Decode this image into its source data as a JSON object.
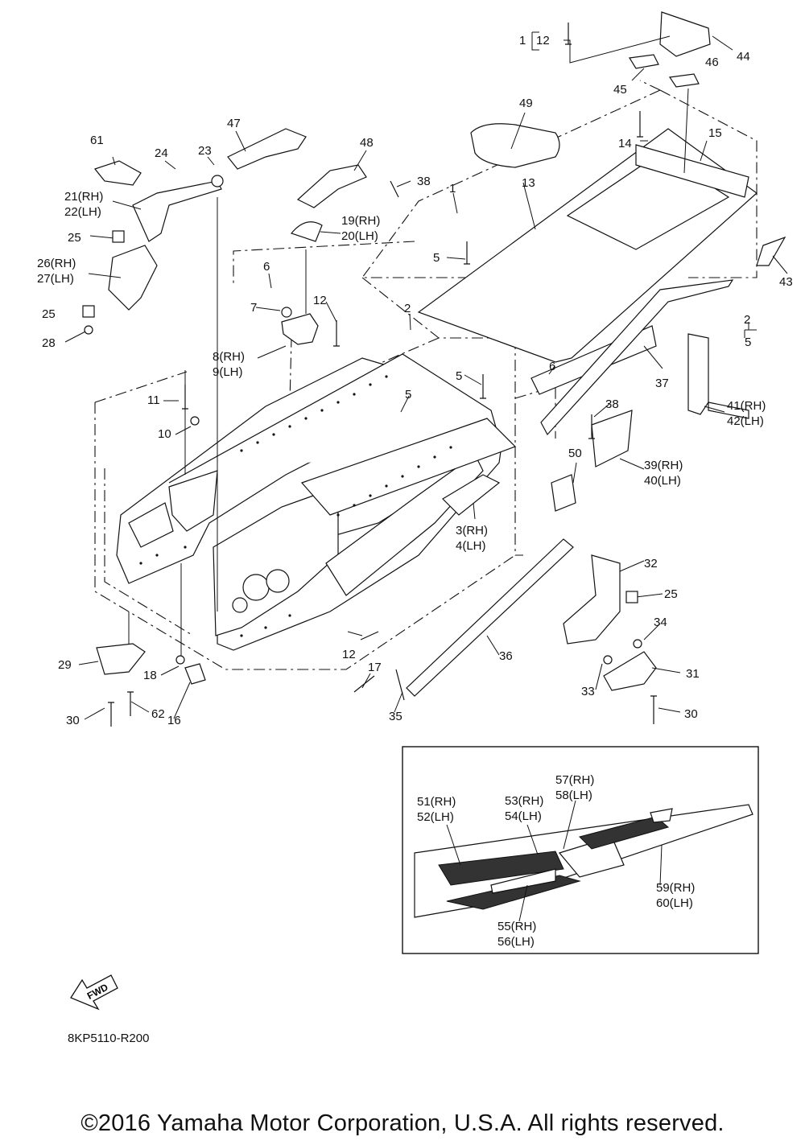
{
  "diagram_code": "8KP5110-R200",
  "copyright": "©2016 Yamaha Motor Corporation, U.S.A. All rights reserved.",
  "fwd_label": "FWD",
  "callouts": [
    {
      "id": "c1a",
      "lines": [
        "1"
      ]
    },
    {
      "id": "c12a",
      "lines": [
        "12"
      ]
    },
    {
      "id": "c44",
      "lines": [
        "44"
      ]
    },
    {
      "id": "c45",
      "lines": [
        "45"
      ]
    },
    {
      "id": "c46",
      "lines": [
        "46"
      ]
    },
    {
      "id": "c49",
      "lines": [
        "49"
      ]
    },
    {
      "id": "c47",
      "lines": [
        "47"
      ]
    },
    {
      "id": "c48",
      "lines": [
        "48"
      ]
    },
    {
      "id": "c61",
      "lines": [
        "61"
      ]
    },
    {
      "id": "c24",
      "lines": [
        "24"
      ]
    },
    {
      "id": "c23",
      "lines": [
        "23"
      ]
    },
    {
      "id": "c14",
      "lines": [
        "14"
      ]
    },
    {
      "id": "c15",
      "lines": [
        "15"
      ]
    },
    {
      "id": "c38a",
      "lines": [
        "38"
      ]
    },
    {
      "id": "c1b",
      "lines": [
        "1"
      ]
    },
    {
      "id": "c13",
      "lines": [
        "13"
      ]
    },
    {
      "id": "c21",
      "lines": [
        "21(RH)",
        "22(LH)"
      ]
    },
    {
      "id": "c19",
      "lines": [
        "19(RH)",
        "20(LH)"
      ]
    },
    {
      "id": "c25a",
      "lines": [
        "25"
      ]
    },
    {
      "id": "c5a",
      "lines": [
        "5"
      ]
    },
    {
      "id": "c43",
      "lines": [
        "43"
      ]
    },
    {
      "id": "c26",
      "lines": [
        "26(RH)",
        "27(LH)"
      ]
    },
    {
      "id": "c6a",
      "lines": [
        "6"
      ]
    },
    {
      "id": "c7",
      "lines": [
        "7"
      ]
    },
    {
      "id": "c12b",
      "lines": [
        "12"
      ]
    },
    {
      "id": "c2a",
      "lines": [
        "2"
      ]
    },
    {
      "id": "c25b",
      "lines": [
        "25"
      ]
    },
    {
      "id": "c28",
      "lines": [
        "28"
      ]
    },
    {
      "id": "c2b",
      "lines": [
        "2"
      ]
    },
    {
      "id": "c5b",
      "lines": [
        "5"
      ]
    },
    {
      "id": "c8",
      "lines": [
        "8(RH)",
        "9(LH)"
      ]
    },
    {
      "id": "c6b",
      "lines": [
        "6"
      ]
    },
    {
      "id": "c5c",
      "lines": [
        "5"
      ]
    },
    {
      "id": "c37",
      "lines": [
        "37"
      ]
    },
    {
      "id": "c11",
      "lines": [
        "11"
      ]
    },
    {
      "id": "c5d",
      "lines": [
        "5"
      ]
    },
    {
      "id": "c41",
      "lines": [
        "41(RH)",
        "42(LH)"
      ]
    },
    {
      "id": "c10",
      "lines": [
        "10"
      ]
    },
    {
      "id": "c38b",
      "lines": [
        "38"
      ]
    },
    {
      "id": "c50",
      "lines": [
        "50"
      ]
    },
    {
      "id": "c39",
      "lines": [
        "39(RH)",
        "40(LH)"
      ]
    },
    {
      "id": "c3",
      "lines": [
        "3(RH)",
        "4(LH)"
      ]
    },
    {
      "id": "c32",
      "lines": [
        "32"
      ]
    },
    {
      "id": "c25c",
      "lines": [
        "25"
      ]
    },
    {
      "id": "c34",
      "lines": [
        "34"
      ]
    },
    {
      "id": "c12c",
      "lines": [
        "12"
      ]
    },
    {
      "id": "c36",
      "lines": [
        "36"
      ]
    },
    {
      "id": "c29",
      "lines": [
        "29"
      ]
    },
    {
      "id": "c17",
      "lines": [
        "17"
      ]
    },
    {
      "id": "c18",
      "lines": [
        "18"
      ]
    },
    {
      "id": "c31",
      "lines": [
        "31"
      ]
    },
    {
      "id": "c33",
      "lines": [
        "33"
      ]
    },
    {
      "id": "c30a",
      "lines": [
        "30"
      ]
    },
    {
      "id": "c62",
      "lines": [
        "62"
      ]
    },
    {
      "id": "c16",
      "lines": [
        "16"
      ]
    },
    {
      "id": "c35",
      "lines": [
        "35"
      ]
    },
    {
      "id": "c30b",
      "lines": [
        "30"
      ]
    },
    {
      "id": "c57",
      "lines": [
        "57(RH)",
        "58(LH)"
      ]
    },
    {
      "id": "c51",
      "lines": [
        "51(RH)",
        "52(LH)"
      ]
    },
    {
      "id": "c53",
      "lines": [
        "53(RH)",
        "54(LH)"
      ]
    },
    {
      "id": "c59",
      "lines": [
        "59(RH)",
        "60(LH)"
      ]
    },
    {
      "id": "c55",
      "lines": [
        "55(RH)",
        "56(LH)"
      ]
    }
  ]
}
